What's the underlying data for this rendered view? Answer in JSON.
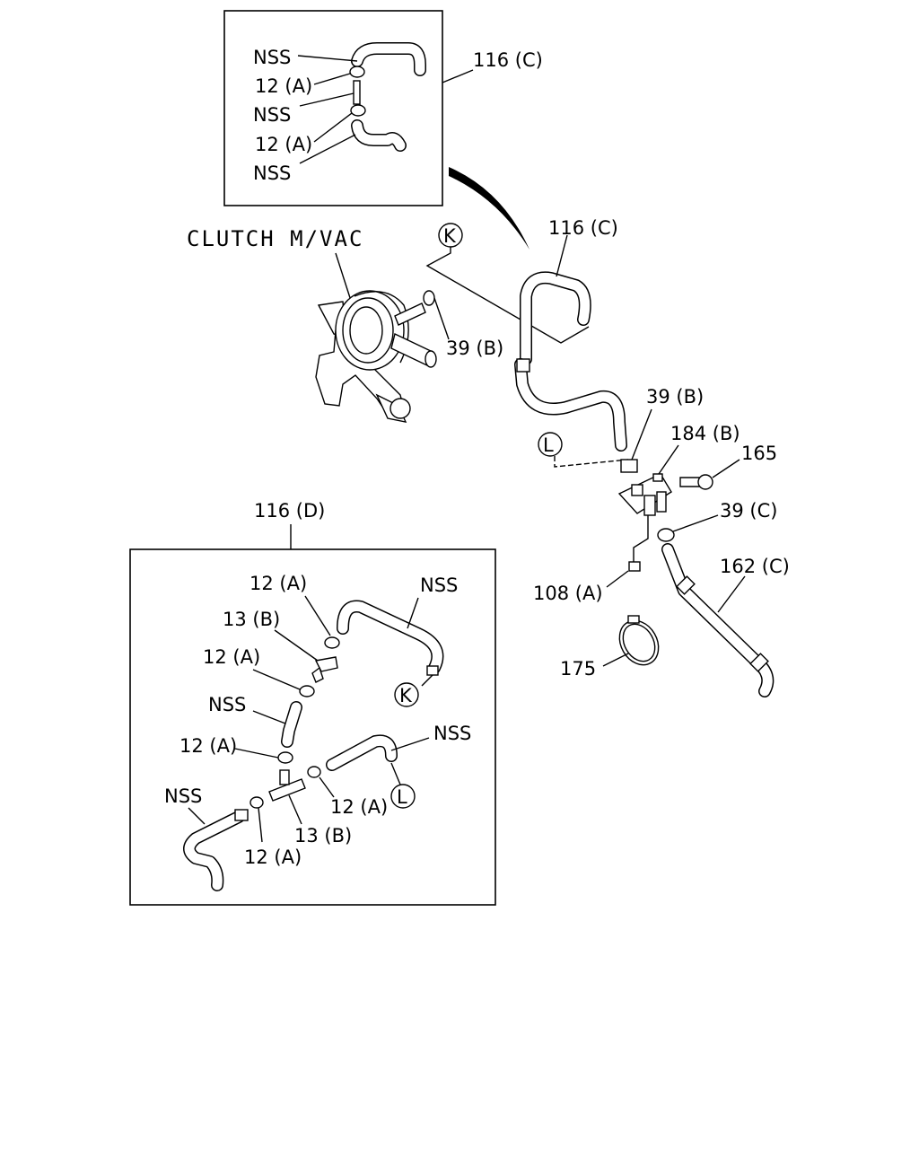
{
  "title": "CLUTCH M/VAC",
  "callouts": {
    "nss": "NSS",
    "p12a": "12 (A)",
    "p13b": "13 (B)",
    "p116c": "116 (C)",
    "p116d": "116 (D)",
    "p39b": "39 (B)",
    "p39c": "39 (C)",
    "p184b": "184 (B)",
    "p165": "165",
    "p108a": "108 (A)",
    "p162c": "162 (C)",
    "p175": "175"
  },
  "connectors": {
    "k": "K",
    "l": "L"
  }
}
